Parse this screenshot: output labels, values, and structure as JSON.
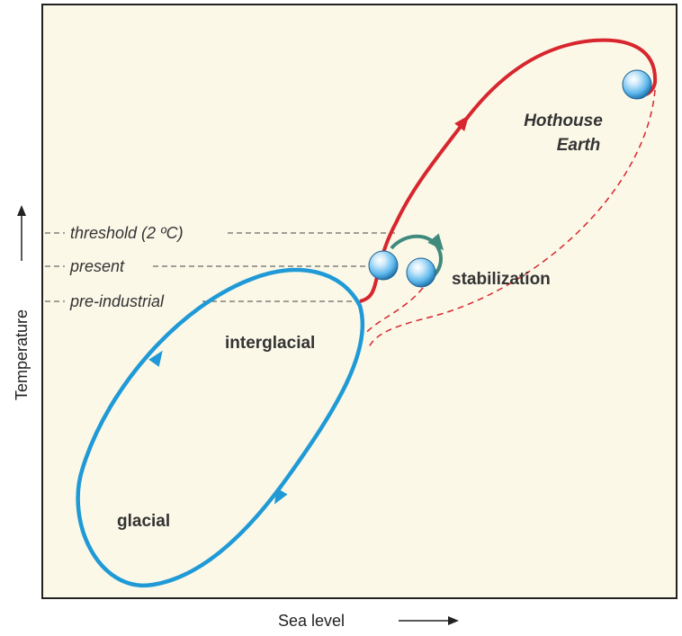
{
  "axes": {
    "x_label": "Sea level",
    "y_label": "Temperature"
  },
  "reference_lines": {
    "threshold": "threshold (2 ºC)",
    "present": "present",
    "pre_industrial": "pre-industrial"
  },
  "regions": {
    "interglacial": "interglacial",
    "glacial": "glacial",
    "stabilization": "stabilization",
    "hothouse_line1": "Hothouse",
    "hothouse_line2": "Earth"
  },
  "colors": {
    "background": "#fbf8e8",
    "glacial_cycle": "#1f9ad6",
    "hothouse_path": "#d7262e",
    "stabilization_arrow": "#3f8a7d",
    "ball": "#5db8ec"
  }
}
